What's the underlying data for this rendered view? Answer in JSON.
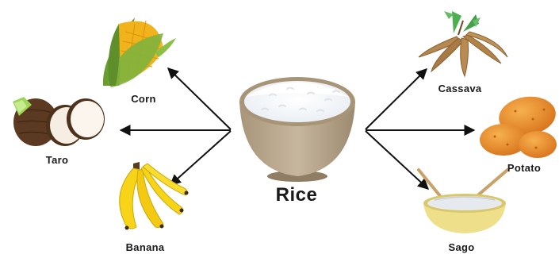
{
  "diagram": {
    "center": {
      "label": "Rice"
    },
    "items": [
      {
        "id": "corn",
        "label": "Corn"
      },
      {
        "id": "taro",
        "label": "Taro"
      },
      {
        "id": "banana",
        "label": "Banana"
      },
      {
        "id": "cassava",
        "label": "Cassava"
      },
      {
        "id": "potato",
        "label": "Potato"
      },
      {
        "id": "sago",
        "label": "Sago"
      }
    ]
  },
  "colors": {
    "arrow": "#111111",
    "bowl": "#b7a58a",
    "rice": "#ffffff",
    "corn_kernel": "#f2b21b",
    "corn_husk": "#74a637",
    "taro_skin": "#5b3a21",
    "taro_flesh": "#f6ede3",
    "banana": "#f7d417",
    "cassava": "#b5884f",
    "potato": "#e88a2a",
    "sago_bowl": "#eedf8a"
  }
}
